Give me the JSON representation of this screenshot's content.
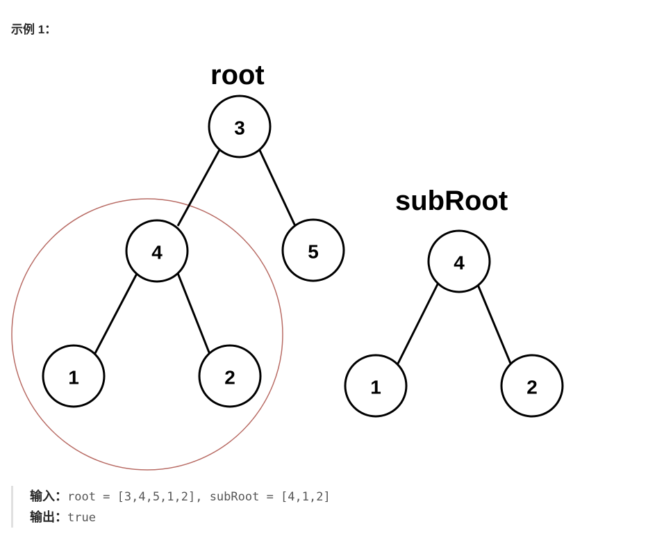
{
  "heading": "示例 1：",
  "diagram": {
    "root_title": "root",
    "subroot_title": "subRoot",
    "root_tree": {
      "n3": "3",
      "n4": "4",
      "n5": "5",
      "n1": "1",
      "n2": "2"
    },
    "subroot_tree": {
      "n4": "4",
      "n1": "1",
      "n2": "2"
    },
    "highlight_color": "#b86b64"
  },
  "io": {
    "input_label": "输入：",
    "input_value": "root = [3,4,5,1,2], subRoot = [4,1,2]",
    "output_label": "输出：",
    "output_value": "true"
  }
}
